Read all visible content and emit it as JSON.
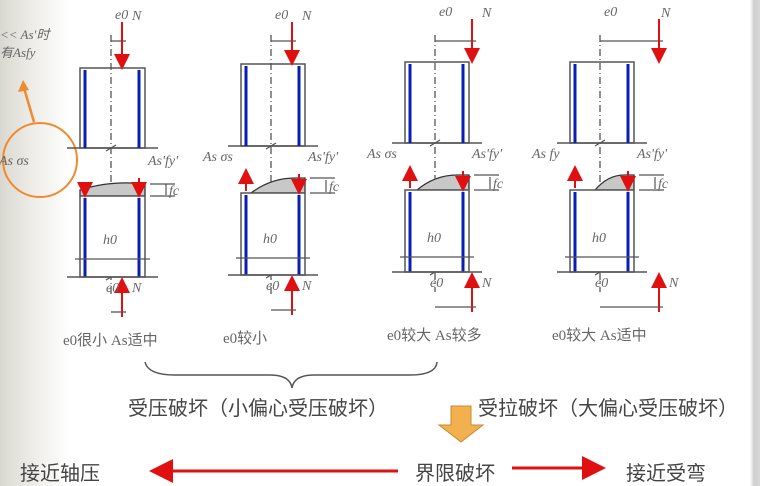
{
  "note": {
    "line1": "<< As'时",
    "line2": "有Asfy"
  },
  "columns": [
    {
      "top_e0": "e0",
      "top_N": "N",
      "left_force": "As σs",
      "right_force": "As'fy'",
      "fc": "fc",
      "h0": "h0",
      "bottom_e0": "e0",
      "bottom_N": "N",
      "caption": "e0很小 As适中"
    },
    {
      "top_e0": "e0",
      "top_N": "N",
      "left_force": "As σs",
      "right_force": "As'fy'",
      "fc": "fc",
      "h0": "h0",
      "bottom_e0": "e0",
      "bottom_N": "N",
      "caption": "e0较小"
    },
    {
      "top_e0": "e0",
      "top_N": "N",
      "left_force": "As σs",
      "right_force": "As'fy'",
      "fc": "fc",
      "h0": "h0",
      "bottom_e0": "e0",
      "bottom_N": "N",
      "caption": "e0较大 As较多"
    },
    {
      "top_e0": "e0",
      "top_N": "N",
      "left_force": "As fy",
      "right_force": "As'fy'",
      "fc": "fc",
      "h0": "h0",
      "bottom_e0": "e0",
      "bottom_N": "N",
      "caption": "e0较大 As适中"
    }
  ],
  "groups": {
    "compression": "受压破坏（小偏心受压破坏）",
    "tension": "受拉破坏（大偏心受压破坏）"
  },
  "bottom": {
    "left": "接近轴压",
    "center": "界限破坏",
    "right": "接近受弯"
  },
  "colors": {
    "rebar": "#0a1eb4",
    "force": "#e01010",
    "highlight": "#f08a30",
    "down_arrow": "#f2b04e",
    "stress_block": "#c8c8c8"
  }
}
